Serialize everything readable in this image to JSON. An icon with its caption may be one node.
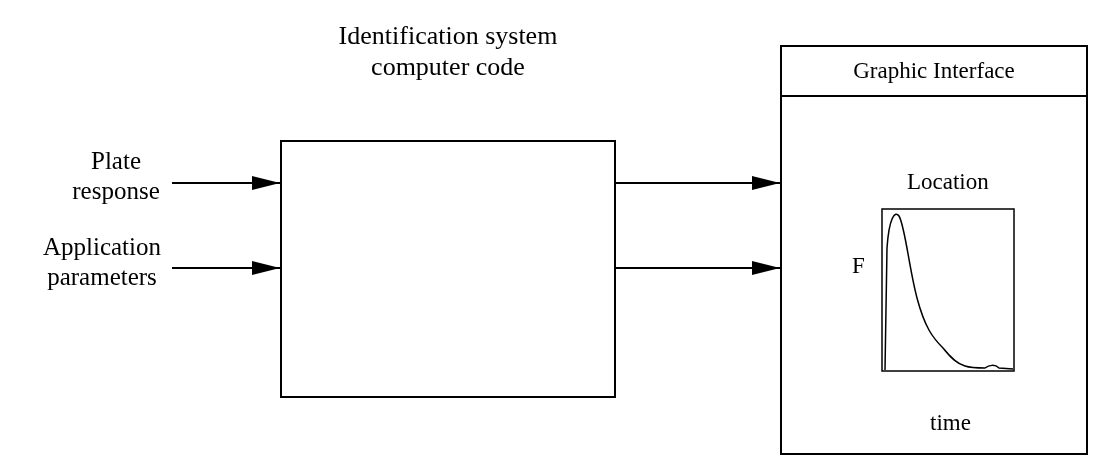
{
  "diagram": {
    "nodes": [
      {
        "text": [
          "Plate response"
        ]
      },
      {
        "text": [
          "Application parameters"
        ]
      },
      {
        "text": [
          "Identification system computer code"
        ]
      },
      {
        "text": [
          "Graphic Interface"
        ]
      }
    ],
    "edges": [
      {
        "from": 0,
        "to": 2,
        "arrow": "to"
      },
      {
        "from": 1,
        "to": 2,
        "arrow": "to"
      },
      {
        "from": 2,
        "to": 3,
        "arrow": "to"
      },
      {
        "from": 2,
        "to": 3,
        "arrow": "to"
      }
    ],
    "labels": [
      "Location",
      "F",
      "time"
    ]
  }
}
